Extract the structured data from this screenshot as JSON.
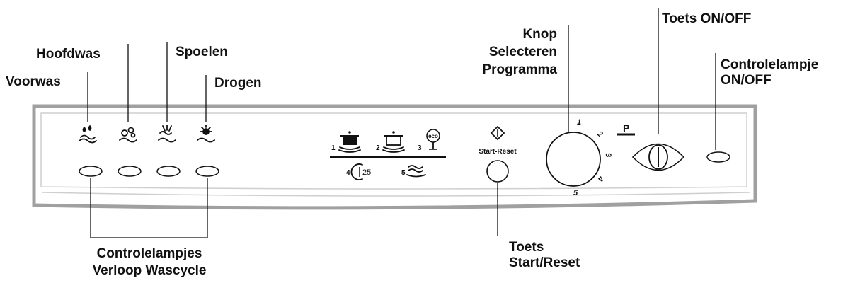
{
  "labels": {
    "voorwas": "Voorwas",
    "hoofdwas": "Hoofdwas",
    "spoelen": "Spoelen",
    "drogen": "Drogen",
    "knop_line1": "Knop",
    "knop_line2": "Selecteren",
    "knop_line3": "Programma",
    "toets_onoff": "Toets ON/OFF",
    "controlelampje_line1": "Controlelampje",
    "controlelampje_line2": "ON/OFF",
    "controlelampjes_line1": "Controlelampjes",
    "controlelampjes_line2": "Verloop Wascycle",
    "toets_start_line1": "Toets",
    "toets_start_line2": "Start/Reset"
  },
  "panel": {
    "start_reset_label": "Start-Reset",
    "p_label": "P",
    "programs": [
      {
        "num": "1",
        "icon": "heavy-pot-icon"
      },
      {
        "num": "2",
        "icon": "pot-icon"
      },
      {
        "num": "3",
        "icon": "eco-tree-icon"
      },
      {
        "num": "4",
        "icon": "quick-25-icon"
      },
      {
        "num": "5",
        "icon": "soak-icon"
      }
    ],
    "quick_time": "25",
    "eco_text": "eco",
    "dial_numbers": [
      "1",
      "2",
      "3",
      "4",
      "5"
    ]
  }
}
